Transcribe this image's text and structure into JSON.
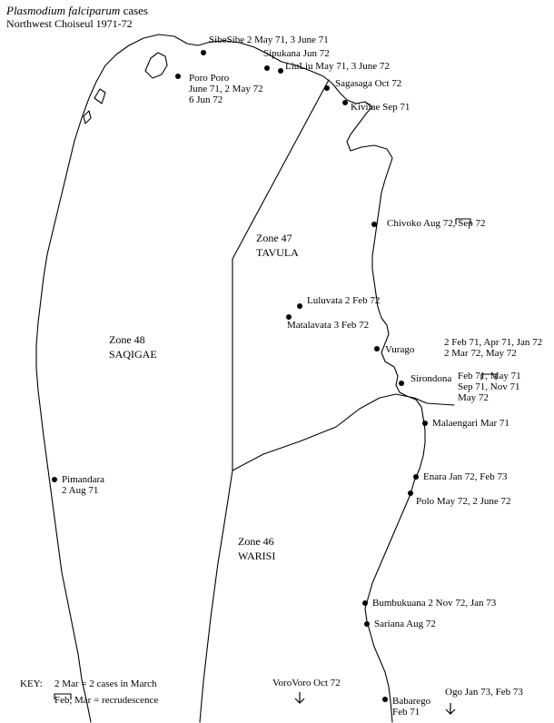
{
  "title": {
    "italic": "Plasmodium falciparum",
    "rest": " cases",
    "subtitle": "Northwest Choiseul 1971-72"
  },
  "zones": [
    {
      "id": "48",
      "line1": "Zone 48",
      "line2": "SAQIGAE"
    },
    {
      "id": "47",
      "line1": "Zone 47",
      "line2": "TAVULA"
    },
    {
      "id": "46",
      "line1": "Zone 46",
      "line2": "WARISI"
    }
  ],
  "places": {
    "sibesibe": "SibeSibe 2 May 71, 3 June 71",
    "sipukana": "Sipukana Jun 72",
    "liuliu": "LiuLiu  May 71, 3 June 72",
    "sagasaga": "Sagasaga Oct 72",
    "kivilae": "Kivilae Sep 71",
    "poroporo_1": "Poro Poro",
    "poroporo_2": "June 71, 2 May 72",
    "poroporo_3": "6 Jun 72",
    "chivoko": "Chivoko Aug 72, Sep 72",
    "luluvata": "Luluvata 2 Feb 72",
    "matalavata": "Matalavata 3 Feb 72",
    "vurago_name": "Vurago",
    "vurago_1": "2 Feb 71, Apr 71, Jan 72",
    "vurago_2": "2 Mar 72, May 72",
    "sirondona_name": "Sirondona",
    "sirondona_1": "Feb 71, May 71",
    "sirondona_2": "Sep 71, Nov 71",
    "sirondona_3": "May 72",
    "malaengari": "Malaengari Mar 71",
    "pimandara_1": "Pimandara",
    "pimandara_2": "2 Aug 71",
    "enara": "Enara Jan 72, Feb 73",
    "polo": "Polo May 72, 2 June 72",
    "bumbukuana": "Bumbukuana 2 Nov 72, Jan 73",
    "sariana": "Sariana Aug 72",
    "vorovoro": "VoroVoro Oct 72",
    "babarego_1": "Babarego",
    "babarego_2": "Feb 71",
    "ogo": "Ogo Jan 73, Feb 73"
  },
  "key": {
    "label": "KEY:",
    "line1": "2 Mar = 2 cases in March",
    "line2": "Feb, Mar = recrudescence"
  }
}
